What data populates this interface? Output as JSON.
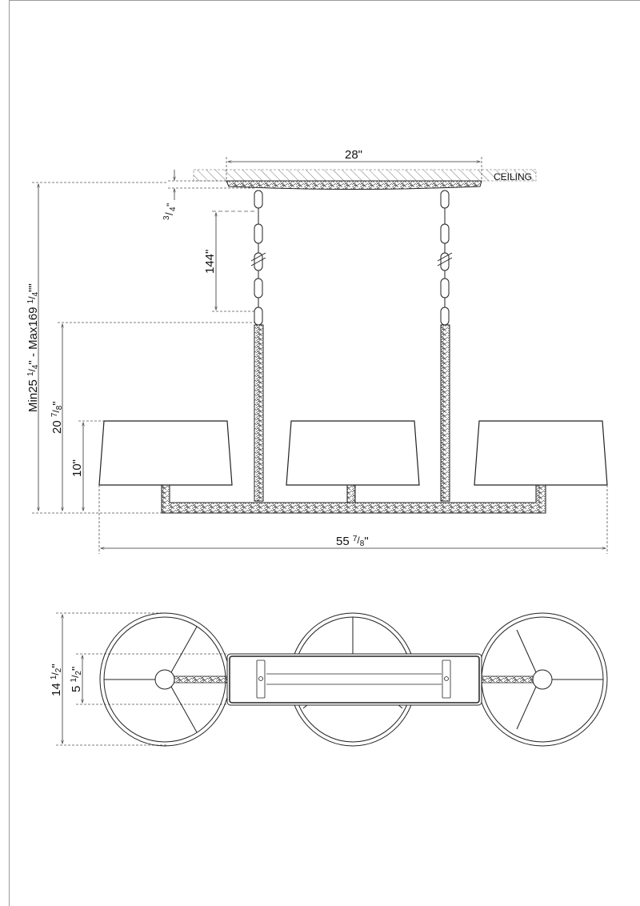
{
  "drawing": {
    "type": "product dimension drawing",
    "views": [
      "front-elevation",
      "top-plan"
    ],
    "line_color": "#1a1a1a",
    "dash_color": "#555555",
    "hatch_color": "#777777",
    "frame_color": "#9a9a9a"
  },
  "front_view": {
    "ceiling_label": "CEILING",
    "canopy_width": "28\"",
    "canopy_thickness": {
      "whole": "",
      "num": "3",
      "den": "4",
      "suffix": "\""
    },
    "chain_length": "144\"",
    "overall_height": {
      "prefix": "Min25 ",
      "num1": "1",
      "den1": "4",
      "mid": "\" - Max169 ",
      "num2": "1",
      "den2": "4",
      "suffix": "\"\""
    },
    "body_height": {
      "whole": "20 ",
      "num": "7",
      "den": "8",
      "suffix": "\""
    },
    "shade_height": "10\"",
    "overall_width": {
      "whole": "55 ",
      "num": "7",
      "den": "8",
      "suffix": "\""
    },
    "shade_count": 3
  },
  "top_view": {
    "overall_depth": {
      "whole": "14 ",
      "num": "1",
      "den": "2",
      "suffix": "\""
    },
    "canopy_depth": {
      "whole": "5 ",
      "num": "1",
      "den": "2",
      "suffix": "\""
    },
    "shade_count": 3
  }
}
